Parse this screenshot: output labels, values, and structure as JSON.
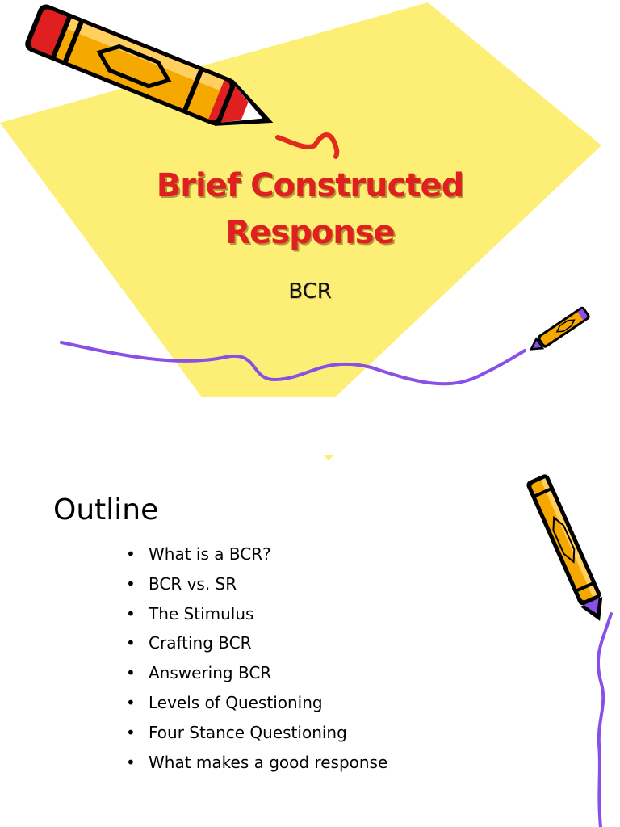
{
  "slides": [
    {
      "title_lines": [
        "Brief Constructed",
        "Response"
      ],
      "subtitle": "BCR"
    },
    {
      "heading": "Outline",
      "bullet_glyph": "•",
      "items": [
        "What is a BCR?",
        "BCR vs. SR",
        "The Stimulus",
        "Crafting BCR",
        "Answering BCR",
        "Levels of Questioning",
        "Four Stance Questioning",
        "What makes a good response"
      ]
    }
  ],
  "colors": {
    "background_shape": "#fdef75",
    "title": "#e02020",
    "pencil_body": "#f5a800",
    "pencil_tip": "#e02020",
    "squiggle": "#8a4fe6"
  },
  "icons": [
    "large-pencil-icon",
    "small-pencil-icon",
    "vertical-pencil-icon"
  ]
}
